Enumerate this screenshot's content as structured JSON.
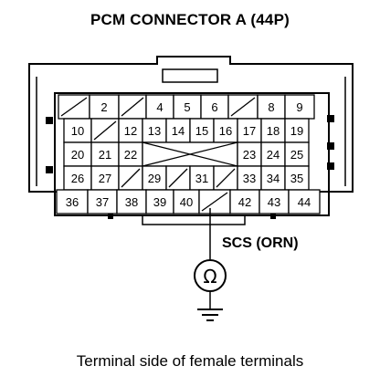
{
  "title": "PCM CONNECTOR A (44P)",
  "caption": "Terminal side of female terminals",
  "signal_label": "SCS (ORN)",
  "meter_symbol": "Ω",
  "connector": {
    "rows": [
      [
        {
          "t": ""
        },
        {
          "t": "2"
        },
        {
          "t": ""
        },
        {
          "t": "4"
        },
        {
          "t": "5"
        },
        {
          "t": "6"
        },
        {
          "t": ""
        },
        {
          "t": "8"
        },
        {
          "t": "9"
        }
      ],
      [
        {
          "t": "10"
        },
        {
          "t": ""
        },
        {
          "t": "12"
        },
        {
          "t": "13"
        },
        {
          "t": "14"
        },
        {
          "t": "15"
        },
        {
          "t": "16"
        },
        {
          "t": "17"
        },
        {
          "t": "18"
        },
        {
          "t": "19"
        }
      ],
      [
        {
          "t": "20"
        },
        {
          "t": "21"
        },
        {
          "t": "22"
        },
        {
          "t": ""
        },
        {
          "t": "23"
        },
        {
          "t": "24"
        },
        {
          "t": "25"
        }
      ],
      [
        {
          "t": "26"
        },
        {
          "t": "27"
        },
        {
          "t": ""
        },
        {
          "t": "29"
        },
        {
          "t": ""
        },
        {
          "t": "31"
        },
        {
          "t": ""
        },
        {
          "t": "33"
        },
        {
          "t": "34"
        },
        {
          "t": "35"
        }
      ],
      [
        {
          "t": "36"
        },
        {
          "t": "37"
        },
        {
          "t": "38"
        },
        {
          "t": "39"
        },
        {
          "t": "40"
        },
        {
          "t": ""
        },
        {
          "t": "42"
        },
        {
          "t": "43"
        },
        {
          "t": "44"
        }
      ]
    ]
  }
}
